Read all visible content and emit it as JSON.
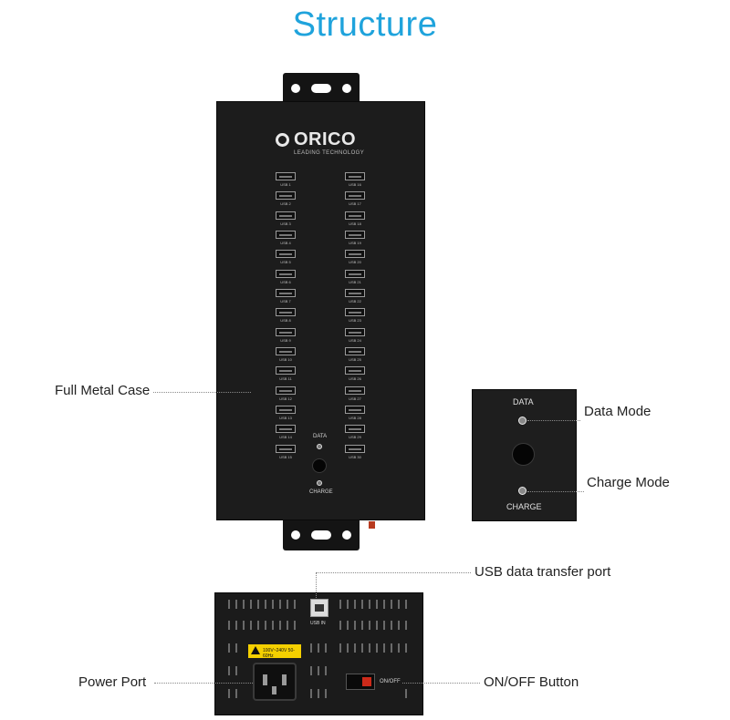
{
  "title": "Structure",
  "callouts": {
    "full_metal_case": "Full Metal Case",
    "data_mode": "Data Mode",
    "charge_mode": "Charge Mode",
    "usb_data_transfer_port": "USB data transfer port",
    "power_port": "Power Port",
    "onoff_button": "ON/OFF Button"
  },
  "device": {
    "brand": "ORICO",
    "tagline": "LEADING TECHNOLOGY",
    "data_label": "DATA",
    "charge_label": "CHARGE",
    "ports_left": [
      "USB 1",
      "USB 2",
      "USB 3",
      "USB 4",
      "USB 5",
      "USB 6",
      "USB 7",
      "USB 8",
      "USB 9",
      "USB 10",
      "USB 11",
      "USB 12",
      "USB 13",
      "USB 14",
      "USB 15"
    ],
    "ports_right": [
      "USB 16",
      "USB 17",
      "USB 18",
      "USB 19",
      "USB 20",
      "USB 21",
      "USB 22",
      "USB 23",
      "USB 24",
      "USB 25",
      "USB 26",
      "USB 27",
      "USB 28",
      "USB 29",
      "USB 30"
    ]
  },
  "zoom_panel": {
    "data_label": "DATA",
    "charge_label": "CHARGE"
  },
  "back_panel": {
    "usb_in_label": "USB IN",
    "onoff_label": "ON/OFF",
    "warning_text": "100V~240V 50-60Hz"
  },
  "colors": {
    "title": "#1fa3dc",
    "case": "#1c1c1c",
    "warning": "#f5d000",
    "switch": "#cc2a1a"
  }
}
